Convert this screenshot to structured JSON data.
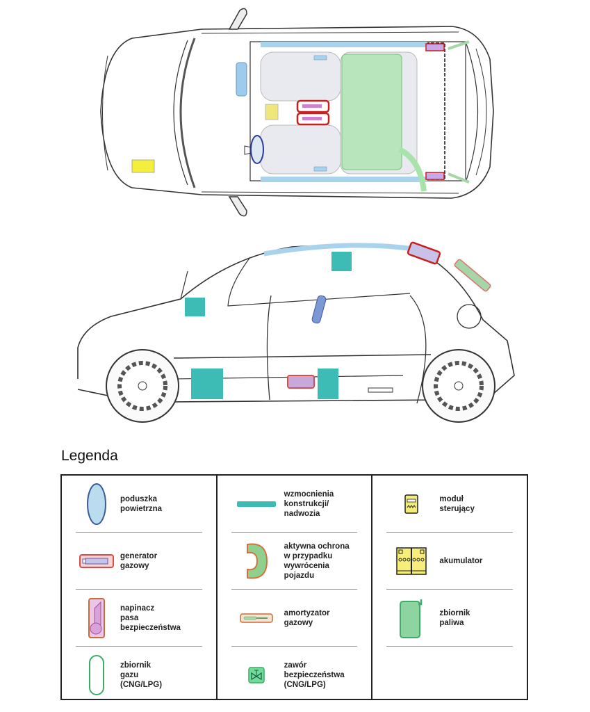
{
  "diagram": {
    "views": [
      "top-view",
      "side-view"
    ],
    "colors": {
      "airbag_fill": "#b9dcef",
      "airbag_stroke": "#3e5a9a",
      "reinforcement": "#3dbbb5",
      "generator_fill": "#c7c2e8",
      "generator_outline": "#d94c4c",
      "pretensioner_fill": "#d9a3d9",
      "pretensioner_outline": "#c96a3a",
      "rollover_fill": "#8fd08f",
      "rollover_outline": "#d2743a",
      "gas_strut_fill": "#a5d6a7",
      "gas_tank_stroke": "#3dab6a",
      "valve_fill": "#6fdc9c",
      "control_module_fill": "#f4ec7a",
      "battery_fill": "#f7ee7a",
      "fuel_tank_fill": "#8ed4a0",
      "fuel_tank_stroke": "#3dab6a"
    }
  },
  "legend": {
    "title": "Legenda",
    "columns": [
      {
        "items": [
          {
            "icon": "airbag-icon",
            "label": "poduszka\npowietrzna"
          },
          {
            "icon": "gas-generator-icon",
            "label": "generator\ngazowy"
          },
          {
            "icon": "seatbelt-pretensioner-icon",
            "label": "napinacz\npasa\nbezpieczeństwa"
          },
          {
            "icon": "gas-tank-icon",
            "label": "zbiornik\ngazu\n(CNG/LPG)"
          }
        ]
      },
      {
        "items": [
          {
            "icon": "reinforcement-icon",
            "label": "wzmocnienia\nkonstrukcji/\nnadwozia"
          },
          {
            "icon": "rollover-protection-icon",
            "label": "aktywna ochrona\nw przypadku\nwywrócenia\npojazdu"
          },
          {
            "icon": "gas-strut-icon",
            "label": "amortyzator\ngazowy"
          },
          {
            "icon": "safety-valve-icon",
            "label": "zawór\nbezpieczeństwa\n(CNG/LPG)"
          }
        ]
      },
      {
        "items": [
          {
            "icon": "control-module-icon",
            "label": "moduł\nsterujący"
          },
          {
            "icon": "battery-icon",
            "label": "akumulator"
          },
          {
            "icon": "fuel-tank-icon",
            "label": "zbiornik\npaliwa"
          }
        ]
      }
    ]
  }
}
